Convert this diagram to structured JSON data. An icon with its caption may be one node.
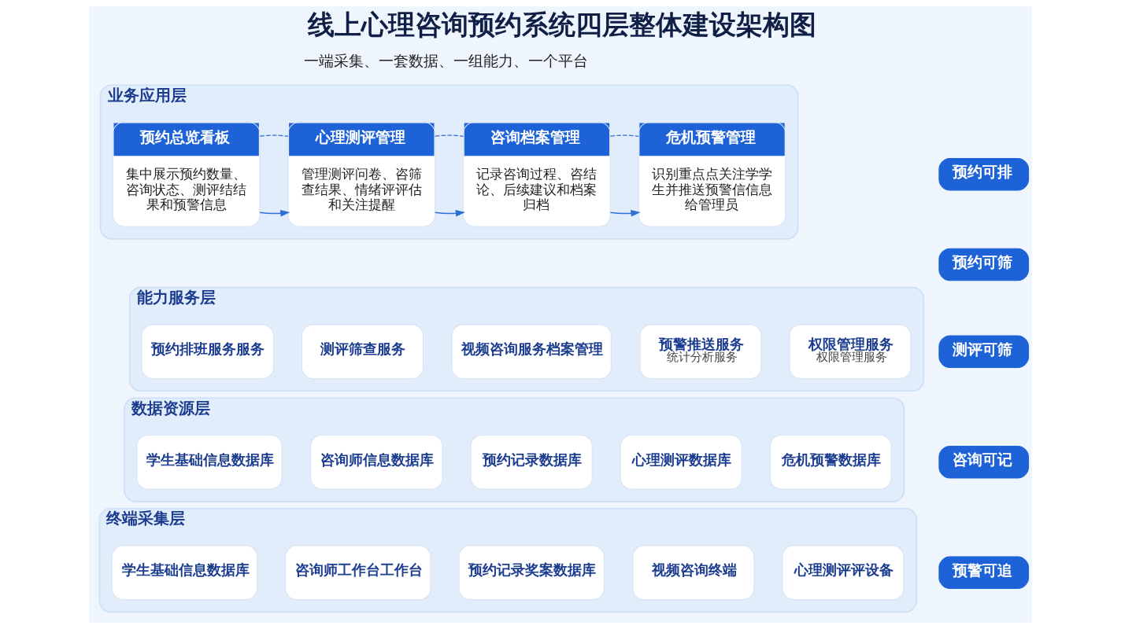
{
  "diagram": {
    "title": "线上心理咨询预约系统四层整体建设架构图",
    "nodes": [
      {
        "text": [
          "业务应用层"
        ]
      },
      {
        "text": [
          "预约总览看板",
          "集中展示预约数量、咨询状态、测评结结果和预警信息"
        ],
        "in": 0
      },
      {
        "text": [
          "心理测评管理",
          "管理测评问卷、咨筛查结果、情绪评评估和关注提醒"
        ],
        "in": 0
      },
      {
        "text": [
          "咨询档案管理",
          "记录咨询过程、咨结论、后续建议和档案归档"
        ],
        "in": 0
      },
      {
        "text": [
          "危机预警管理",
          "识别重点点关注学学生并推送预警信信息给管理员"
        ],
        "in": 0
      },
      {
        "text": [
          "能力服务层"
        ]
      },
      {
        "text": [
          "预约排班服务服务"
        ],
        "in": 5
      },
      {
        "text": [
          "测评筛查服务"
        ],
        "in": 5
      },
      {
        "text": [
          "视频咨询服务档案管理"
        ],
        "in": 5
      },
      {
        "text": [
          "预警推送服务",
          "统计分析服务"
        ],
        "in": 5
      },
      {
        "text": [
          "权限管理服务",
          "权限管理服务"
        ],
        "in": 5
      },
      {
        "text": [
          "数据资源层"
        ]
      },
      {
        "text": [
          "学生基础信息数据库"
        ],
        "in": 11
      },
      {
        "text": [
          "咨询师信息数据库"
        ],
        "in": 11
      },
      {
        "text": [
          "预约记录数据库"
        ],
        "in": 11
      },
      {
        "text": [
          "心理测评数据库"
        ],
        "in": 11
      },
      {
        "text": [
          "危机预警数据库"
        ],
        "in": 11
      },
      {
        "text": [
          "终端采集层"
        ]
      },
      {
        "text": [
          "学生基础信息数据库"
        ],
        "in": 17
      },
      {
        "text": [
          "咨询师工作台工作台"
        ],
        "in": 17
      },
      {
        "text": [
          "预约记录奖案数据库"
        ],
        "in": 17
      },
      {
        "text": [
          "视频咨询终端"
        ],
        "in": 17
      },
      {
        "text": [
          "心理测评评设备"
        ],
        "in": 17
      },
      {
        "text": [
          "预约可排"
        ]
      },
      {
        "text": [
          "预约可筛"
        ]
      },
      {
        "text": [
          "测评可筛"
        ]
      },
      {
        "text": [
          "咨询可记"
        ]
      },
      {
        "text": [
          "预警可追"
        ]
      }
    ],
    "edges": [
      {
        "from": 1,
        "to": 2,
        "arrow": "to"
      },
      {
        "from": 2,
        "to": 3,
        "arrow": "to"
      },
      {
        "from": 3,
        "to": 4,
        "arrow": "to"
      },
      {
        "from": 1,
        "to": 2,
        "arrow": "none",
        "style": "dashed"
      },
      {
        "from": 2,
        "to": 3,
        "arrow": "none",
        "style": "dashed"
      },
      {
        "from": 3,
        "to": 4,
        "arrow": "none",
        "style": "dashed"
      }
    ],
    "labels": [
      "一端采集、一套数据、一组能力、一个平台"
    ]
  }
}
